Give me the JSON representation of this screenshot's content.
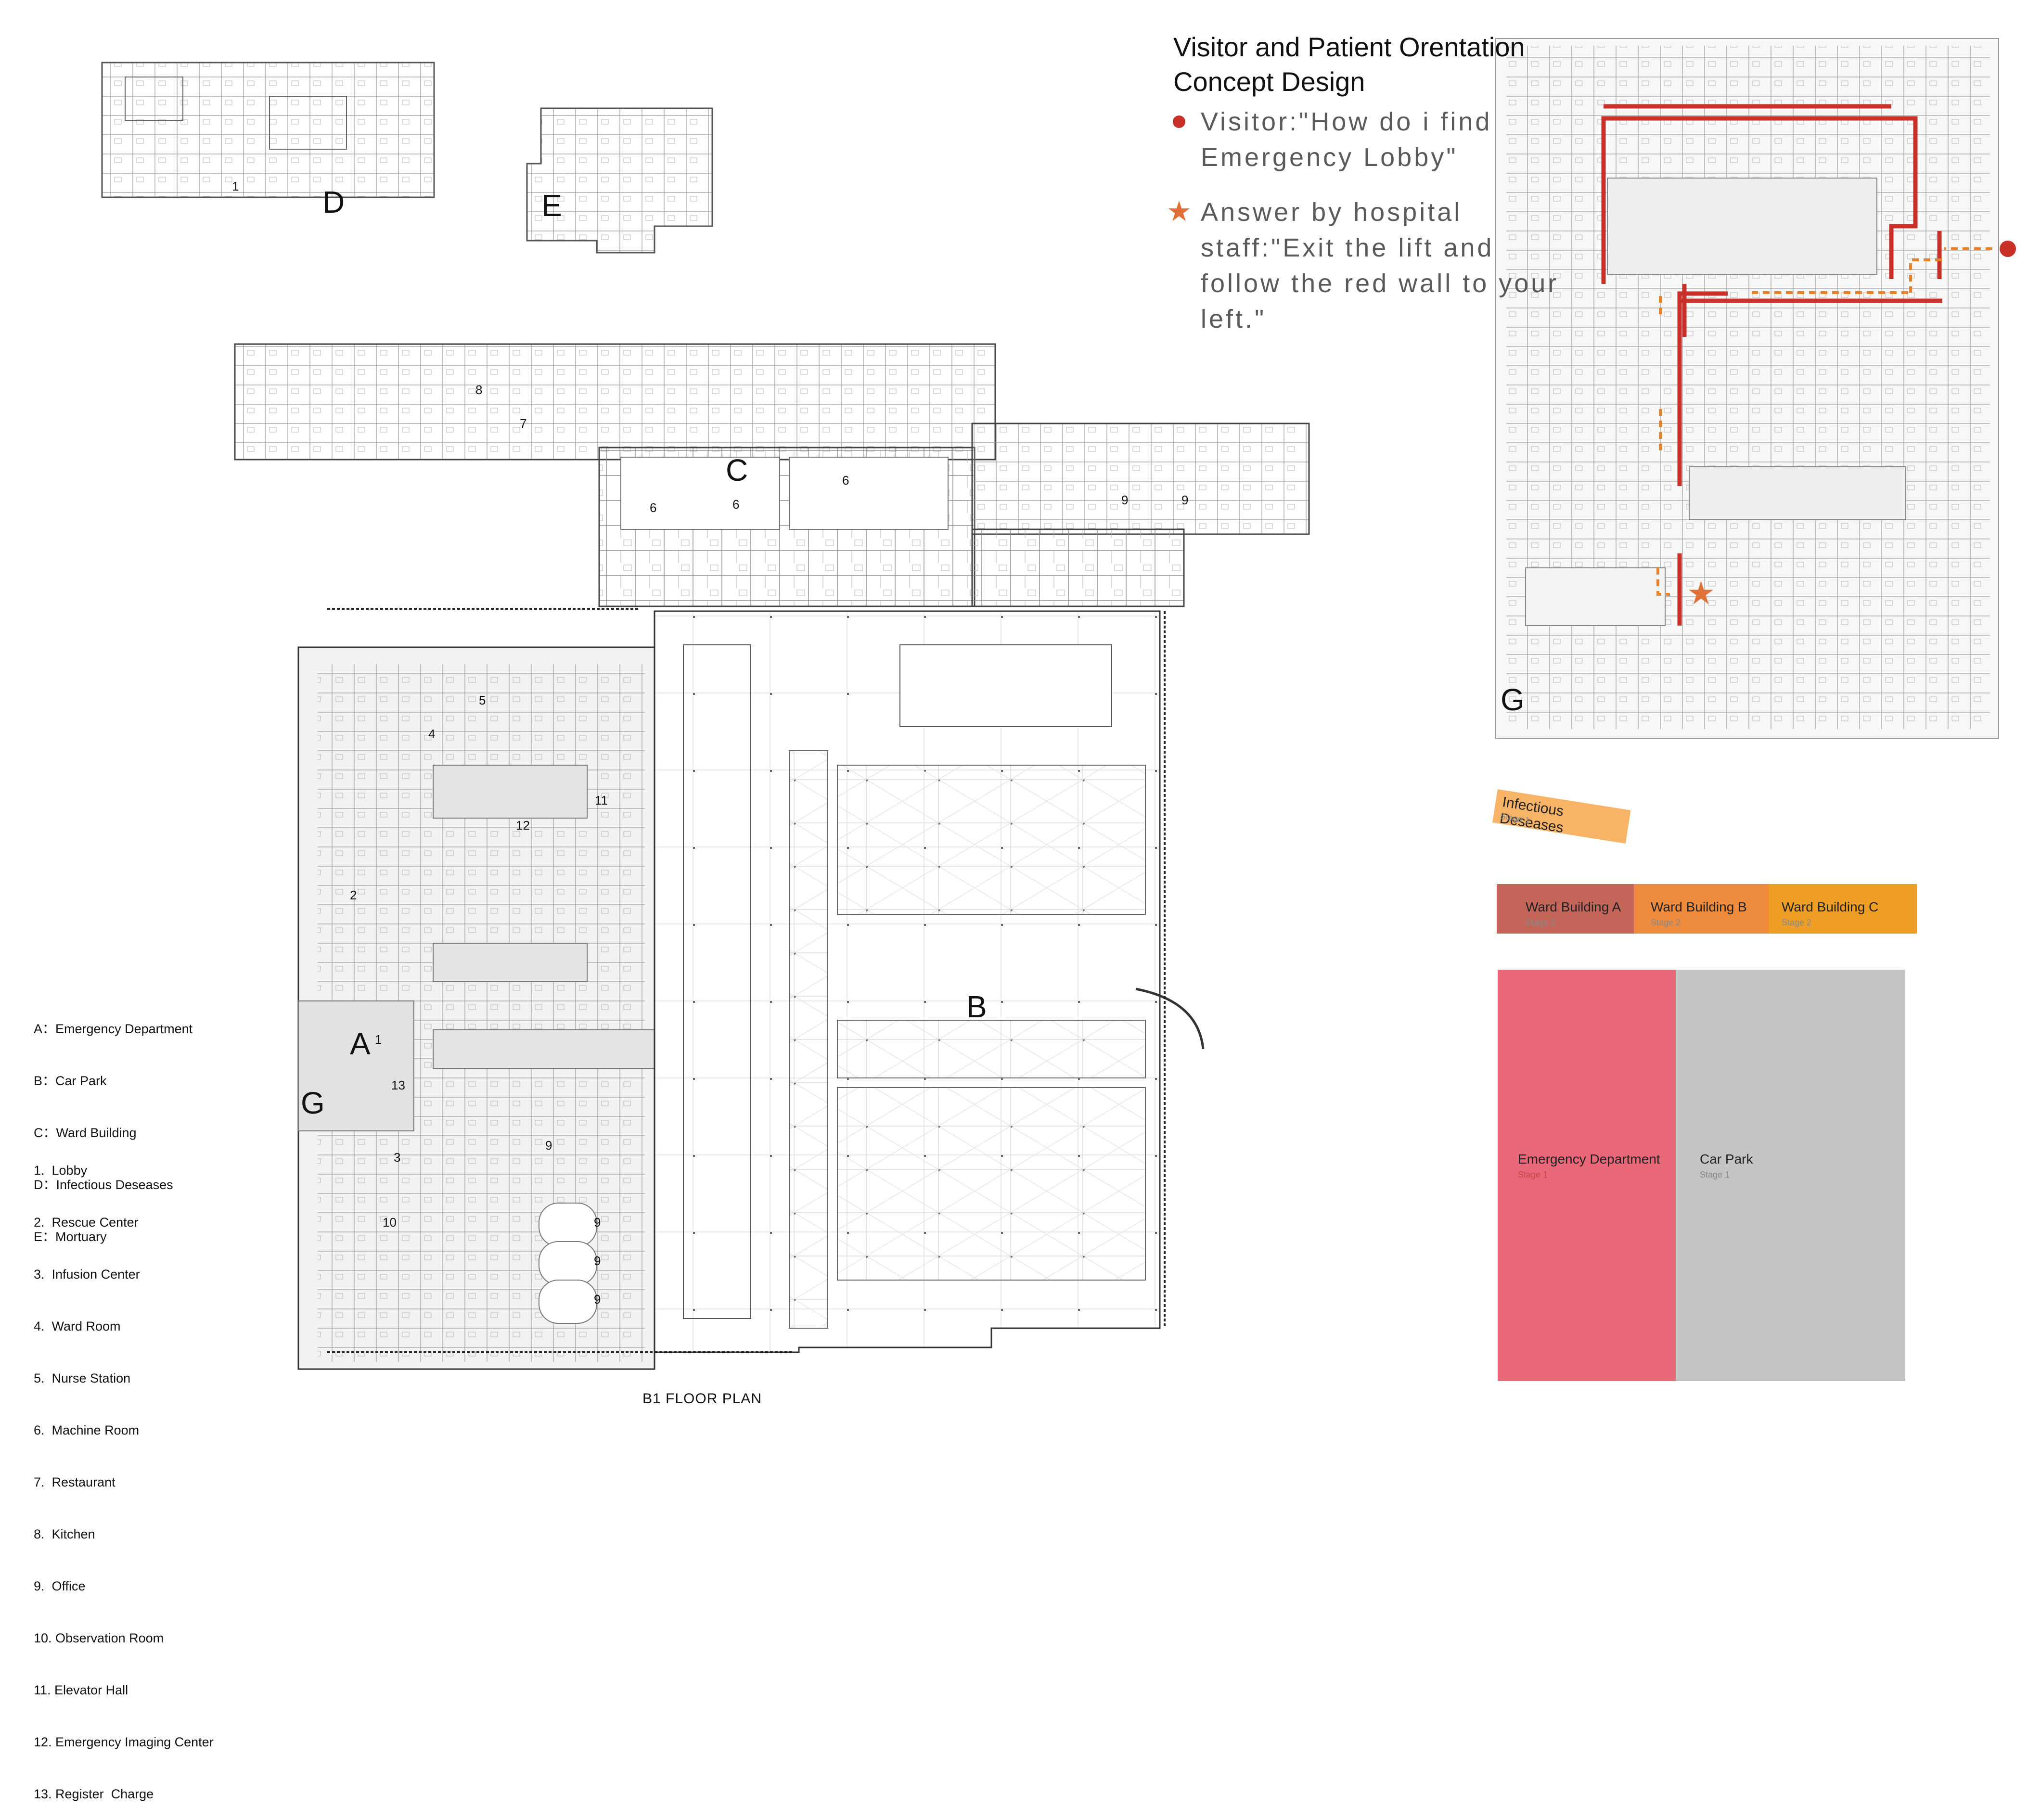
{
  "title": {
    "line1": "Visitor and Patient Orentation",
    "line2": "Concept Design"
  },
  "question": {
    "line1": "Visitor:\"How do i find",
    "line2": "Emergency Lobby\""
  },
  "answer": {
    "line1": "Answer by hospital",
    "line2": "staff:\"Exit the lift and",
    "line3": "follow the red wall to your",
    "line4": "left.\""
  },
  "colors": {
    "red_wall": "#c8302a",
    "orange_path": "#e8822a",
    "infectious": "#f7b366",
    "ward_a": "#c4655a",
    "ward_b": "#ee8b3d",
    "ward_c": "#ef9e25",
    "emergency": "#e8687a",
    "car_park": "#c4c4c4"
  },
  "zones": {
    "A": "A",
    "B": "B",
    "C": "C",
    "D": "D",
    "E": "E",
    "G_main": "G",
    "G_detail": "G"
  },
  "legend_zones": [
    "A：Emergency Department",
    "B：Car Park",
    "C：Ward Building",
    "D：Infectious Deseases",
    "E：Mortuary"
  ],
  "legend_rooms": [
    "1.  Lobby",
    "2.  Rescue Center",
    "3.  Infusion Center",
    "4.  Ward Room",
    "5.  Nurse Station",
    "6.  Machine Room",
    "7.  Restaurant",
    "8.  Kitchen",
    "9.  Office",
    "10. Observation Room",
    "11. Elevator Hall",
    "12. Emergency Imaging Center",
    "13. Register  Charge"
  ],
  "plan_numbers": {
    "d1": "1",
    "c6a": "6",
    "c6b": "6",
    "c6c": "6",
    "c7": "7",
    "c8": "8",
    "c9a": "9",
    "c9b": "9",
    "a1": "1",
    "a2": "2",
    "a3": "3",
    "a4": "4",
    "a5": "5",
    "a9a": "9",
    "a9b": "9",
    "a9c": "9",
    "a9d": "9",
    "a10": "10",
    "a11": "11",
    "a12": "12",
    "a13": "13"
  },
  "floor_caption": "B1 FLOOR PLAN",
  "stages": {
    "infectious": {
      "label": "Infectious Deseases",
      "sub": "Stage 1"
    },
    "ward_a": {
      "label": "Ward Building A",
      "sub": "Stage 2"
    },
    "ward_b": {
      "label": "Ward Building B",
      "sub": "Stage 2"
    },
    "ward_c": {
      "label": "Ward Building C",
      "sub": "Stage 2"
    },
    "emergency": {
      "label": "Emergency Department",
      "sub": "Stage 1"
    },
    "car_park": {
      "label": "Car Park",
      "sub": "Stage 1"
    }
  }
}
